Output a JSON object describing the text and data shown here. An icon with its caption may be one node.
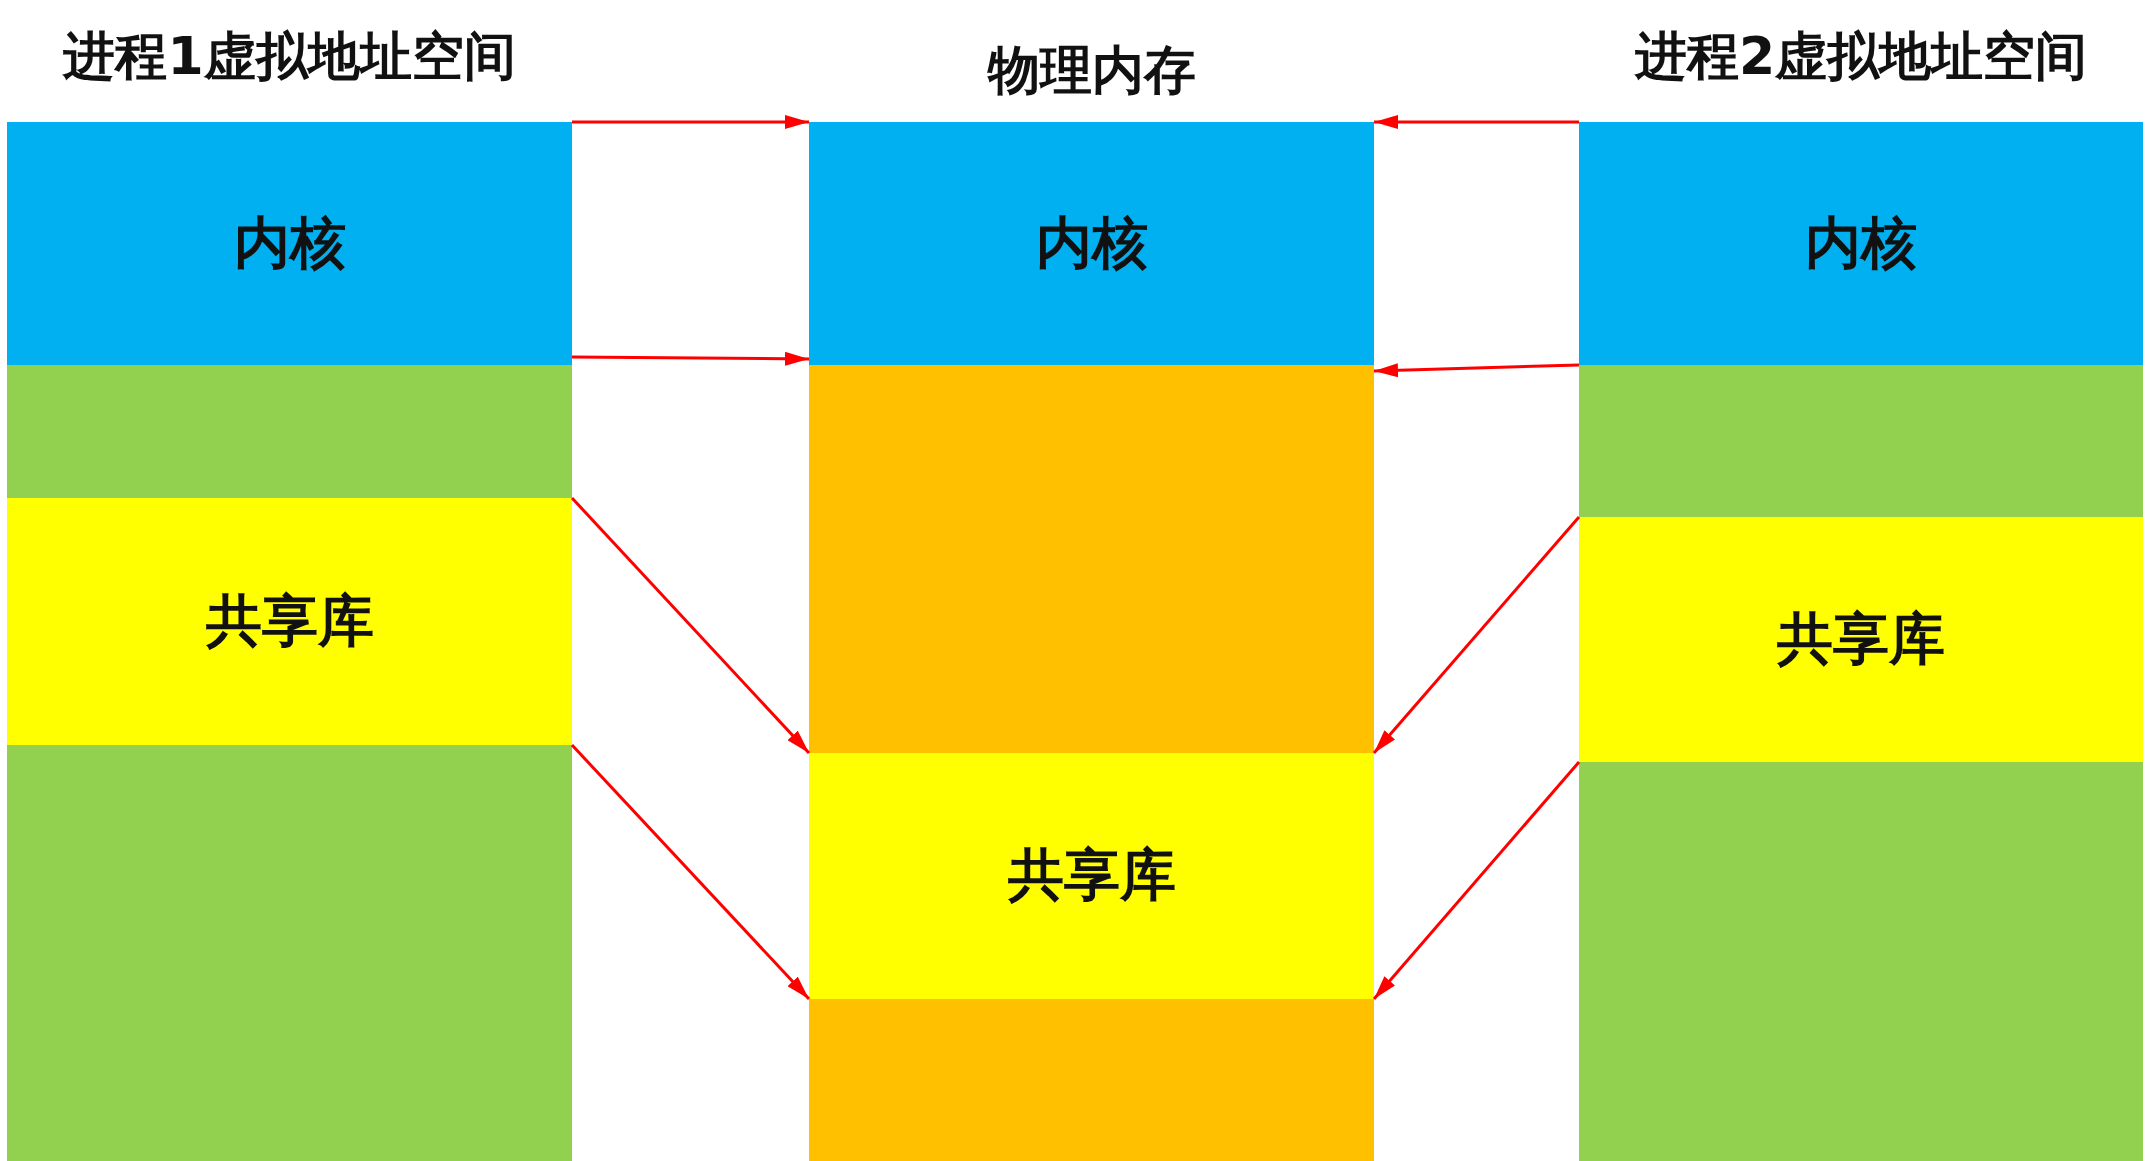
{
  "diagram": {
    "nodes": [
      {
        "text": [
          "进程1虚拟地址空间"
        ]
      },
      {
        "text": [
          "内核"
        ],
        "in": 0
      },
      {
        "text": [],
        "shape": "box",
        "in": 0
      },
      {
        "text": [
          "共享库"
        ],
        "in": 0
      },
      {
        "text": [],
        "shape": "box",
        "in": 0
      },
      {
        "text": [
          "物理内存"
        ]
      },
      {
        "text": [
          "内核"
        ],
        "in": 5
      },
      {
        "text": [],
        "shape": "box",
        "in": 5
      },
      {
        "text": [
          "共享库"
        ],
        "in": 5
      },
      {
        "text": [],
        "shape": "box",
        "in": 5
      },
      {
        "text": [
          "进程2虚拟地址空间"
        ]
      },
      {
        "text": [
          "内核"
        ],
        "in": 10
      },
      {
        "text": [],
        "shape": "box",
        "in": 10
      },
      {
        "text": [
          "共享库"
        ],
        "in": 10
      },
      {
        "text": [],
        "shape": "box",
        "in": 10
      }
    ],
    "edges": [
      {
        "from": 1,
        "to": 6,
        "arrow": "to"
      },
      {
        "from": 1,
        "to": 6,
        "arrow": "to"
      },
      {
        "from": 3,
        "to": 8,
        "arrow": "to"
      },
      {
        "from": 3,
        "to": 8,
        "arrow": "to"
      },
      {
        "from": 11,
        "to": 6,
        "arrow": "to"
      },
      {
        "from": 11,
        "to": 6,
        "arrow": "to"
      },
      {
        "from": 13,
        "to": 8,
        "arrow": "to"
      },
      {
        "from": 13,
        "to": 8,
        "arrow": "to"
      }
    ]
  }
}
